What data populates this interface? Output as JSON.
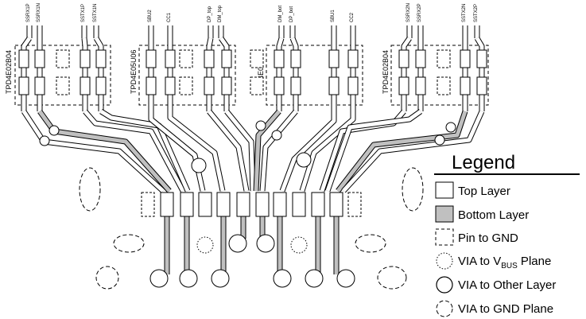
{
  "devices": {
    "left_outer": "TPD4E02B04",
    "left_inner": "TPD4E05U06",
    "right_inner": "TPD4E05U06",
    "right_outer": "TPD4E02B04"
  },
  "signals": {
    "g1": [
      "SSRX1P",
      "SSRX1N"
    ],
    "g2": [
      "SSTX1P",
      "SSTX1N"
    ],
    "g3": [
      "SBU2",
      "CC1"
    ],
    "g4": [
      "DP_top",
      "DM_top"
    ],
    "g5": [
      "DM_bot",
      "DP_bot"
    ],
    "g6": [
      "SBU1",
      "CC2"
    ],
    "g7": [
      "SSRX2N",
      "SSRX2P"
    ],
    "g8": [
      "SSTX2N",
      "SSTX2P"
    ]
  },
  "legend": {
    "title": "Legend",
    "items": [
      {
        "key": "top",
        "label": "Top Layer"
      },
      {
        "key": "bottom",
        "label": "Bottom Layer"
      },
      {
        "key": "gnd_pin",
        "label": "Pin to GND"
      },
      {
        "key": "vbus_via",
        "label": "VIA to V",
        "sub": "BUS",
        "suffix": " Plane"
      },
      {
        "key": "other_via",
        "label": "VIA to Other Layer"
      },
      {
        "key": "gnd_via",
        "label": "VIA to GND Plane"
      }
    ]
  },
  "colors": {
    "stroke": "#000000",
    "bottom_fill": "#c0c0c0",
    "background": "#ffffff"
  }
}
